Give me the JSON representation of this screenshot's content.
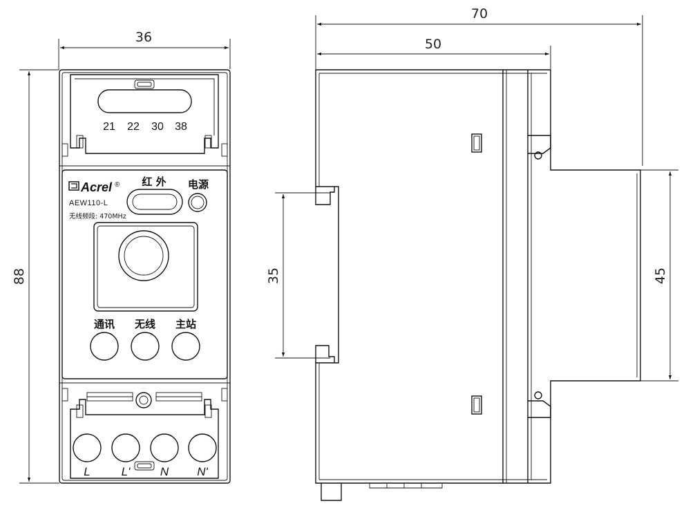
{
  "front_view": {
    "width_dim": "36",
    "height_dim": "88",
    "terminal_top": [
      "21",
      "22",
      "30",
      "38"
    ],
    "brand": "Acrel",
    "brand_mark": "®",
    "model": "AEW110-L",
    "frequency": "无线频段: 470MHz",
    "infrared_label": "红 外",
    "power_label": "电源",
    "led_labels": [
      "通讯",
      "无线",
      "主站"
    ],
    "terminal_bottom": [
      "L",
      "L'",
      "N",
      "N'"
    ]
  },
  "side_view": {
    "overall_width_dim": "70",
    "body_width_dim": "50",
    "rail_dim": "35",
    "step_dim": "45"
  }
}
